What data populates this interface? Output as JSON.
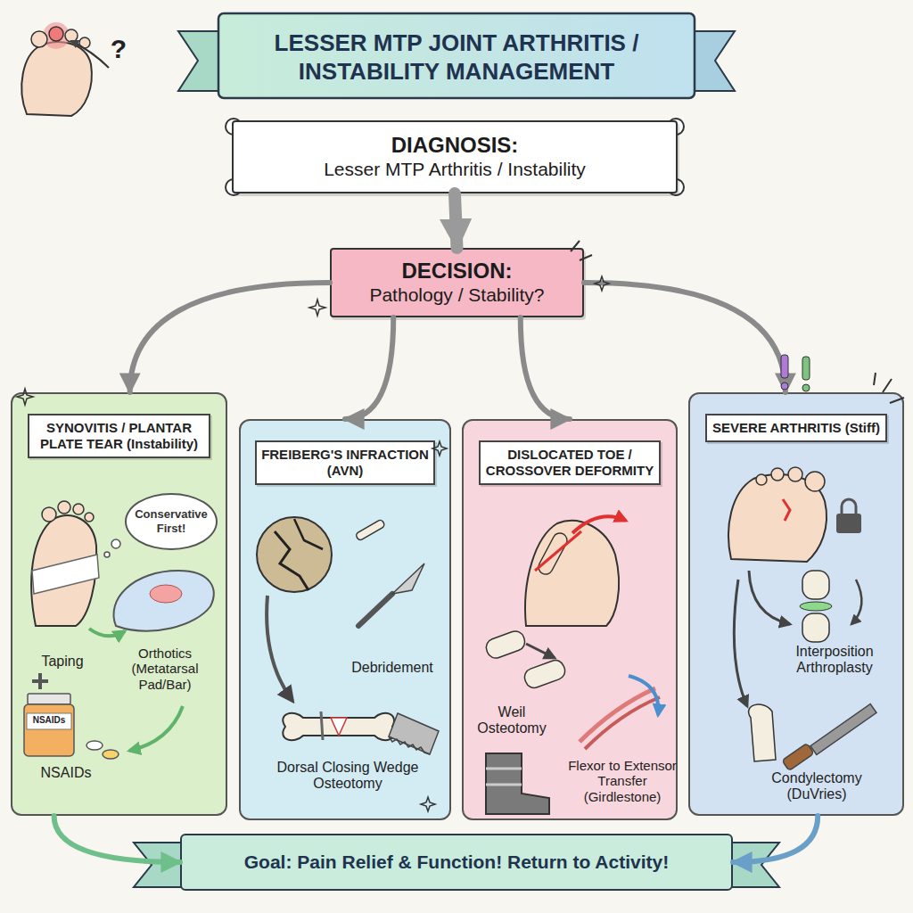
{
  "diagram": {
    "title": "LESSER MTP JOINT ARTHRITIS / INSTABILITY MANAGEMENT",
    "nodes": [
      {
        "text": [
          "DIAGNOSIS:",
          "Lesser MTP Arthritis / Instability"
        ]
      },
      {
        "text": [
          "DECISION:",
          "Pathology / Stability?"
        ]
      },
      {
        "text": [
          "SYNOVITIS / PLANTAR PLATE TEAR (Instability)"
        ]
      },
      {
        "text": [
          "Conservative First!"
        ],
        "in": 2
      },
      {
        "text": [
          "FREIBERG'S INFRACTION (AVN)"
        ]
      },
      {
        "text": [
          "DISLOCATED TOE / CROSSOVER DEFORMITY"
        ]
      },
      {
        "text": [
          "SEVERE ARTHRITIS (Stiff)"
        ]
      },
      {
        "text": [
          "Goal: Pain Relief & Function! Return to Activity!"
        ]
      }
    ],
    "edges": [
      {
        "from": 0,
        "to": 1,
        "arrow": "to"
      },
      {
        "from": 1,
        "to": 2,
        "arrow": "to"
      },
      {
        "from": 1,
        "to": 4,
        "arrow": "to"
      },
      {
        "from": 1,
        "to": 5,
        "arrow": "to"
      },
      {
        "from": 1,
        "to": 6,
        "arrow": "to"
      },
      {
        "from": 2,
        "to": 7,
        "arrow": "to"
      },
      {
        "from": 6,
        "to": 7,
        "arrow": "to"
      }
    ],
    "labels": [
      "?",
      "Taping",
      "Orthotics (Metatarsal Pad/Bar)",
      "NSAIDs",
      "NSAIDs",
      "Debridement",
      "Dorsal Closing Wedge Osteotomy",
      "Weil Osteotomy",
      "Flexor to Extensor Transfer (Girdlestone)",
      "Interposition Arthroplasty",
      "Condylectomy (DuVries)"
    ]
  }
}
